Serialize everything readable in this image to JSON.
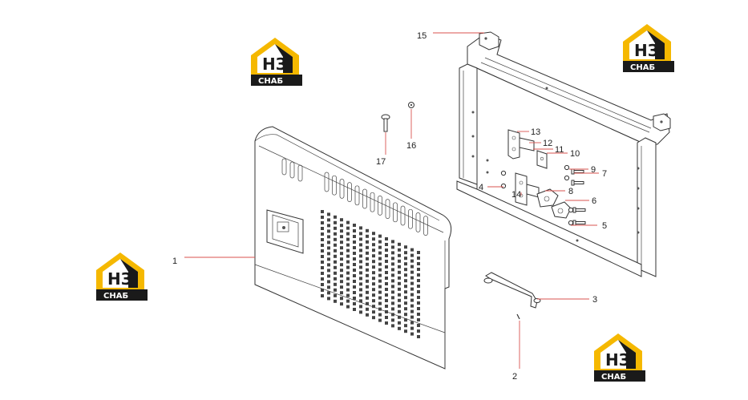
{
  "logo": {
    "main_text": "НЗ",
    "sub_text": "СНАБ",
    "accent_color": "#F5B800",
    "dark_color": "#1a1a1a"
  },
  "callouts": [
    {
      "id": "1",
      "label": "1"
    },
    {
      "id": "2",
      "label": "2"
    },
    {
      "id": "3",
      "label": "3"
    },
    {
      "id": "4",
      "label": "4"
    },
    {
      "id": "5",
      "label": "5"
    },
    {
      "id": "6",
      "label": "6"
    },
    {
      "id": "7",
      "label": "7"
    },
    {
      "id": "8",
      "label": "8"
    },
    {
      "id": "9",
      "label": "9"
    },
    {
      "id": "10",
      "label": "10"
    },
    {
      "id": "11",
      "label": "11"
    },
    {
      "id": "12",
      "label": "12"
    },
    {
      "id": "13",
      "label": "13"
    },
    {
      "id": "14",
      "label": "14"
    },
    {
      "id": "15",
      "label": "15"
    },
    {
      "id": "16",
      "label": "16"
    },
    {
      "id": "17",
      "label": "17"
    }
  ]
}
